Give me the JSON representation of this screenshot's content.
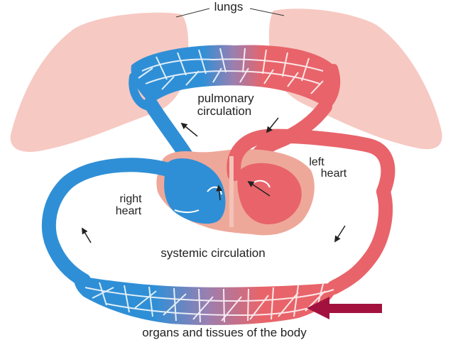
{
  "labels": {
    "lungs": "lungs",
    "pulmonary_line1": "pulmonary",
    "pulmonary_line2": "circulation",
    "left_heart_line1": "left",
    "left_heart_line2": "heart",
    "right_heart_line1": "right",
    "right_heart_line2": "heart",
    "systemic": "systemic circulation",
    "organs": "organs and tissues of the body"
  },
  "colors": {
    "lung": "#f7c9c3",
    "oxygenated": "#e8646a",
    "deoxygenated": "#2f8fd6",
    "heart_outer": "#eea89a",
    "pointer_arrow": "#a3123f"
  }
}
